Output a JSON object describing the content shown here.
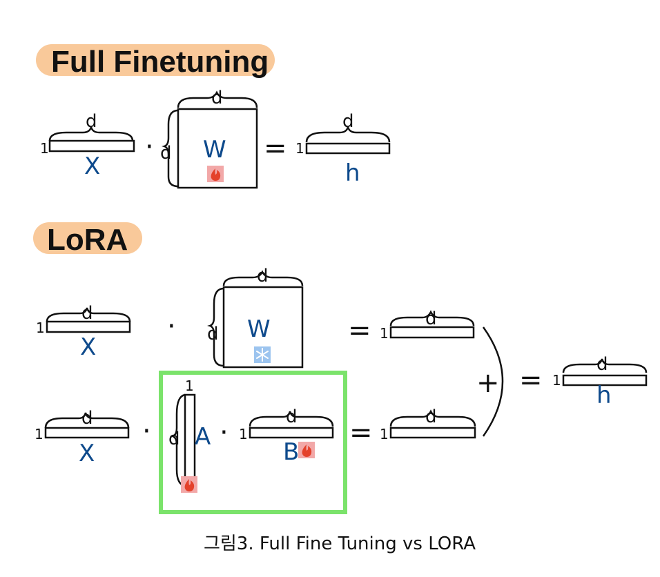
{
  "titles": {
    "full_finetuning": "Full Finetuning",
    "lora": "LoRA"
  },
  "labels": {
    "d": "d",
    "one": "1",
    "x": "X",
    "w": "W",
    "h": "h",
    "a": "A",
    "b": "B"
  },
  "operators": {
    "dot": "·",
    "equals": "=",
    "plus": "+"
  },
  "icons": {
    "trainable": "fire-icon",
    "frozen": "snowflake-icon"
  },
  "colors": {
    "highlight": "#f9c99a",
    "variable": "#0e4a8c",
    "lora_box": "#7be36b",
    "fire_bg": "#f2a8a8",
    "frozen_bg": "#9cc4ef"
  },
  "caption": "그림3. Full Fine Tuning vs LORA"
}
